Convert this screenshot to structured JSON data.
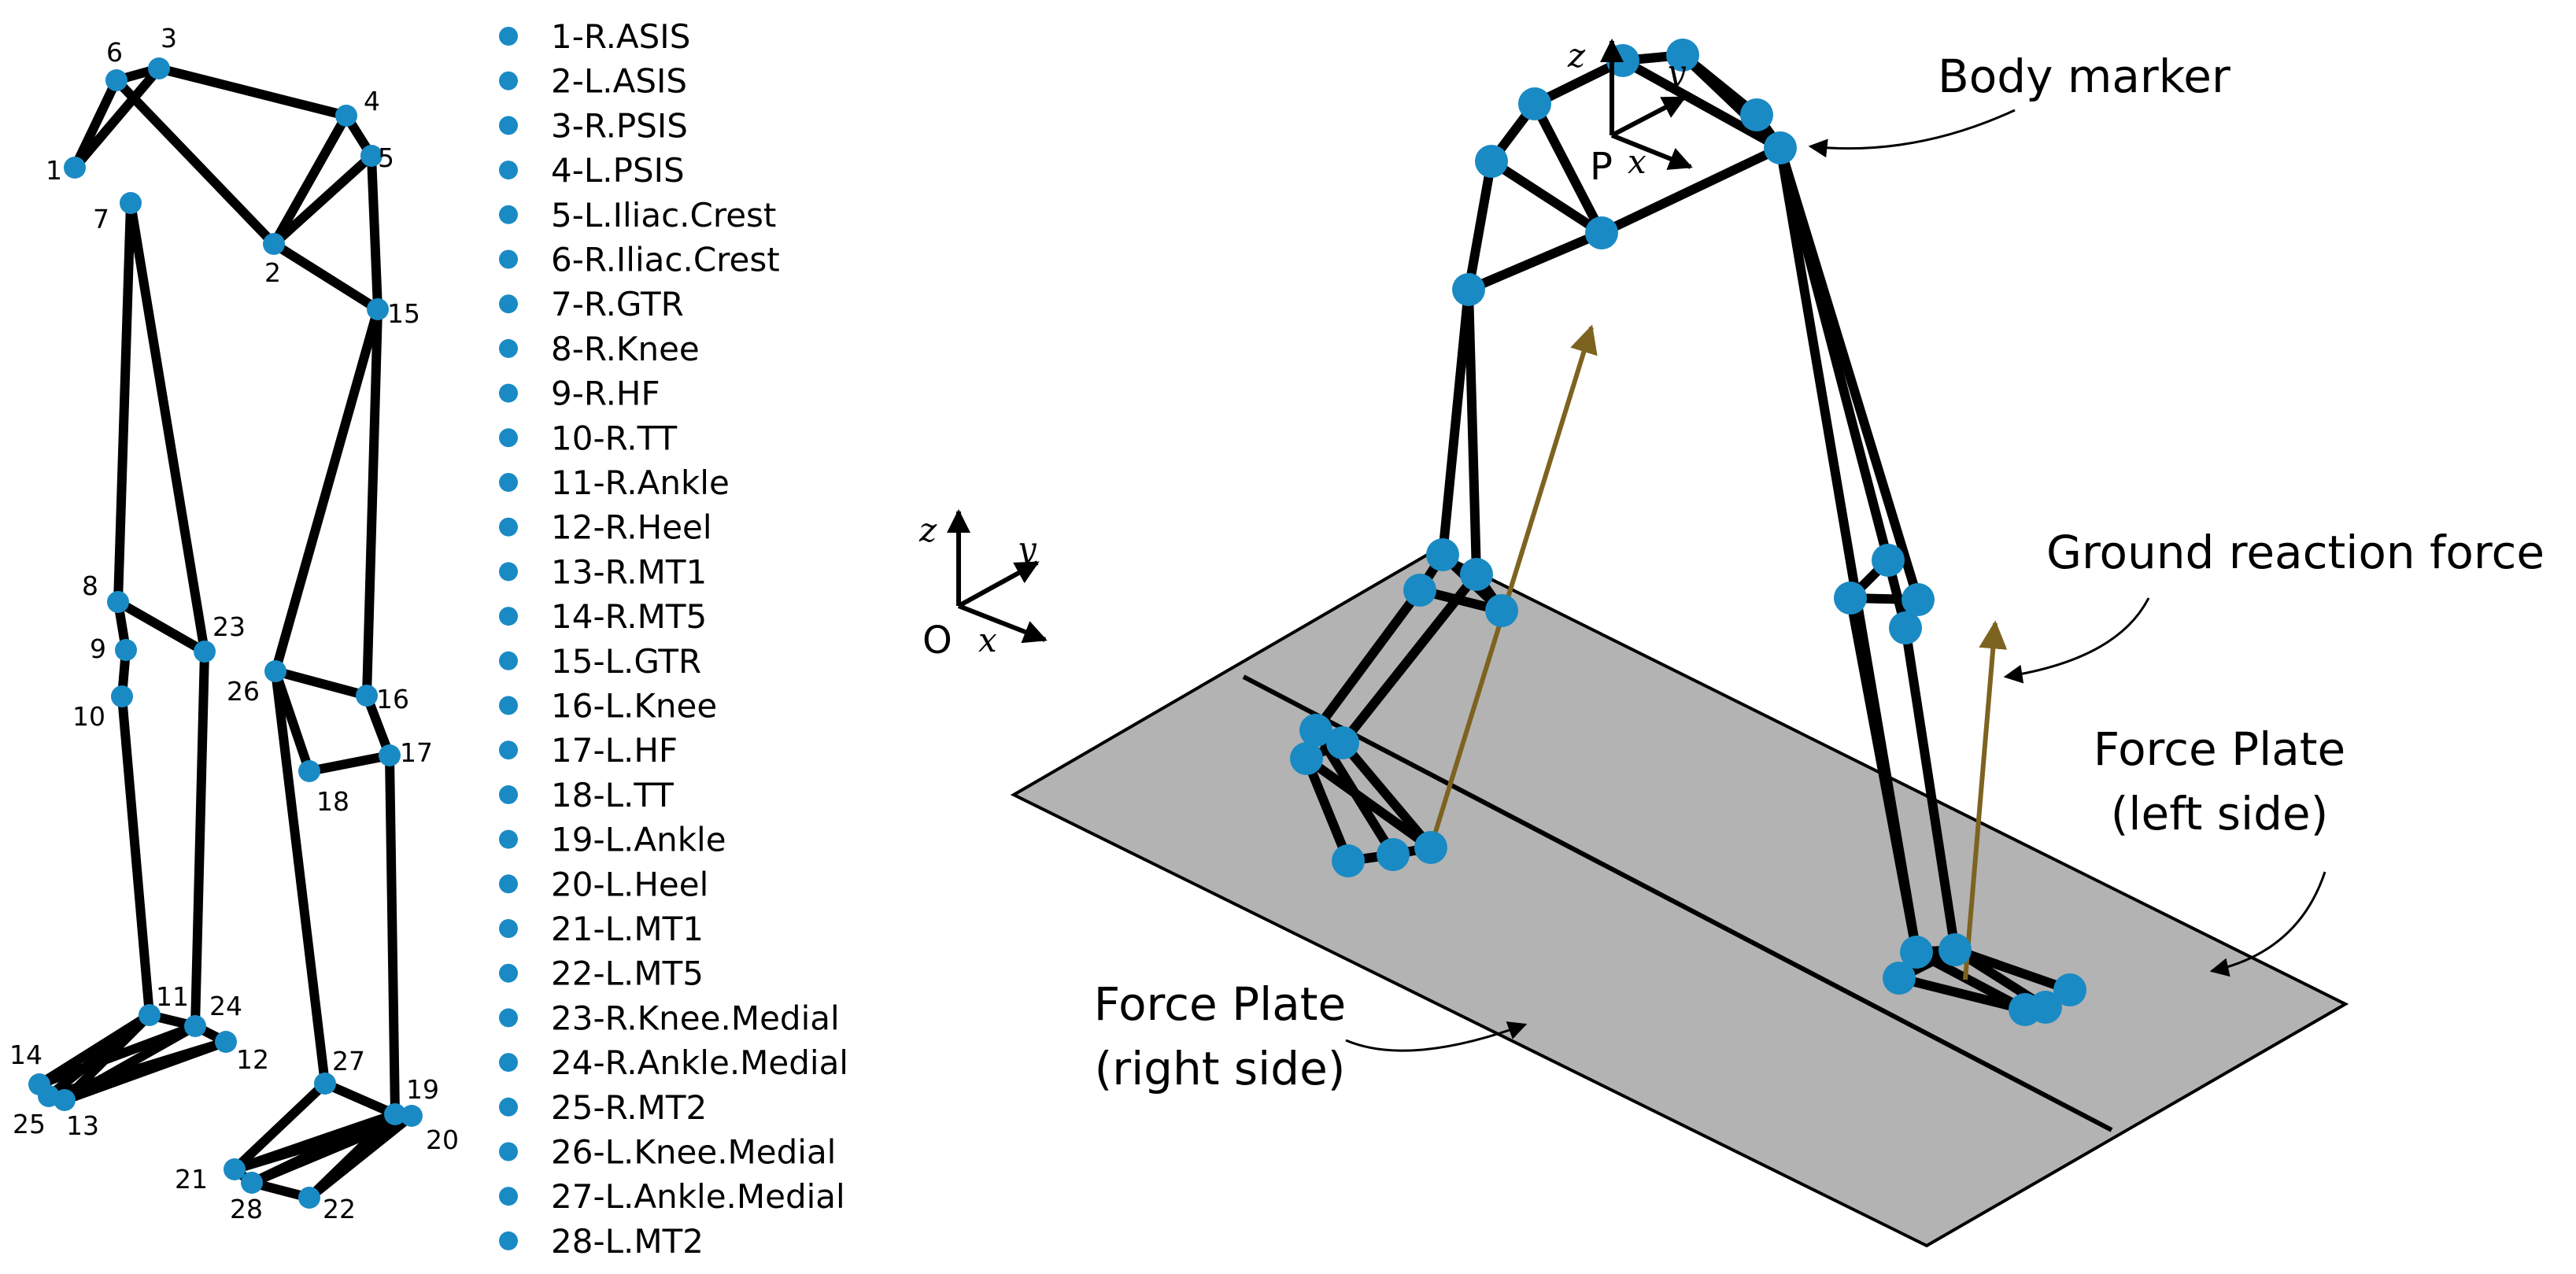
{
  "markers": [
    "1-R.ASIS",
    "2-L.ASIS",
    "3-R.PSIS",
    "4-L.PSIS",
    "5-L.Iliac.Crest",
    "6-R.Iliac.Crest",
    "7-R.GTR",
    "8-R.Knee",
    "9-R.HF",
    "10-R.TT",
    "11-R.Ankle",
    "12-R.Heel",
    "13-R.MT1",
    "14-R.MT5",
    "15-L.GTR",
    "16-L.Knee",
    "17-L.HF",
    "18-L.TT",
    "19-L.Ankle",
    "20-L.Heel",
    "21-L.MT1",
    "22-L.MT5",
    "23-R.Knee.Medial",
    "24-R.Ankle.Medial",
    "25-R.MT2",
    "26-L.Knee.Medial",
    "27-L.Ankle.Medial",
    "28-L.MT2"
  ],
  "skeleton_numbers": [
    "1",
    "2",
    "3",
    "4",
    "5",
    "6",
    "7",
    "8",
    "9",
    "10",
    "11",
    "12",
    "13",
    "14",
    "15",
    "16",
    "17",
    "18",
    "19",
    "20",
    "21",
    "22",
    "23",
    "24",
    "25",
    "26",
    "27",
    "28"
  ],
  "annotations": {
    "body_marker": "Body marker",
    "ground_reaction_force": "Ground reaction force",
    "force_plate_left_1": "Force Plate",
    "force_plate_left_2": "(left side)",
    "force_plate_right_1": "Force Plate",
    "force_plate_right_2": "(right side)"
  },
  "global_axes": {
    "origin": "O",
    "x": "x",
    "y": "y",
    "z": "z"
  },
  "pelvis_axes": {
    "origin": "P",
    "x": "x",
    "y": "y",
    "z": "z"
  },
  "colors": {
    "marker": "#1a8ac4",
    "force_arrow": "#7d6320",
    "plate": "#b3b3b3",
    "segment": "#000000"
  }
}
